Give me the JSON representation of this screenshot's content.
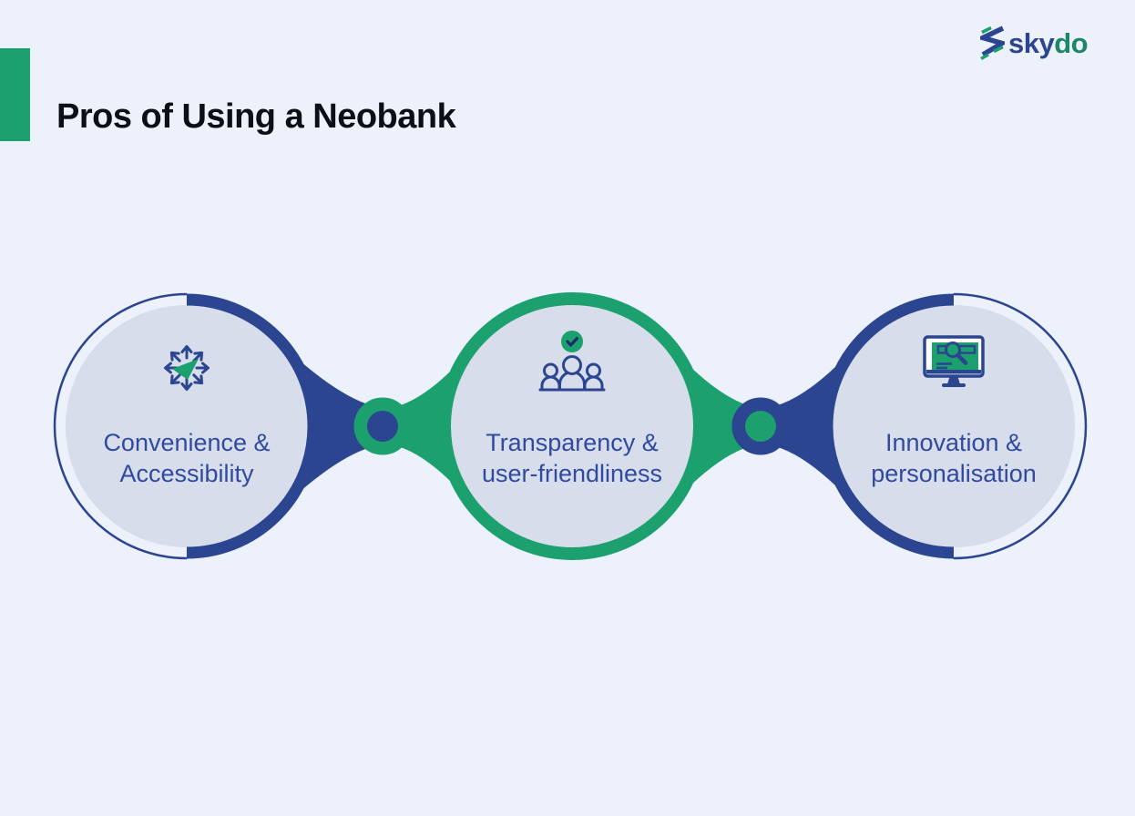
{
  "header": {
    "title": "Pros of Using a Neobank",
    "accent_color": "#1BA06E"
  },
  "brand": {
    "logo_sky": "sky",
    "logo_do": "do",
    "logo_icon": "skydo-s-icon",
    "sky_color": "#2B4590",
    "do_color": "#1E8765"
  },
  "colors": {
    "background": "#EDF1FC",
    "navy": "#2B4590",
    "green": "#1BA06E",
    "circle_fill": "#D8DDEB",
    "label_text": "#2F4A9E",
    "title_text": "#0D0F17"
  },
  "items": [
    {
      "id": "convenience",
      "label_line1": "Convenience &",
      "label_line2": "Accessibility",
      "icon": "expand-arrows-icon",
      "border_style": "navy-thick-right-half"
    },
    {
      "id": "transparency",
      "label_line1": "Transparency &",
      "label_line2": "user-friendliness",
      "icon": "people-check-icon",
      "border_style": "green-full-ring"
    },
    {
      "id": "innovation",
      "label_line1": "Innovation &",
      "label_line2": "personalisation",
      "icon": "monitor-search-icon",
      "border_style": "navy-thick-left-half"
    }
  ]
}
